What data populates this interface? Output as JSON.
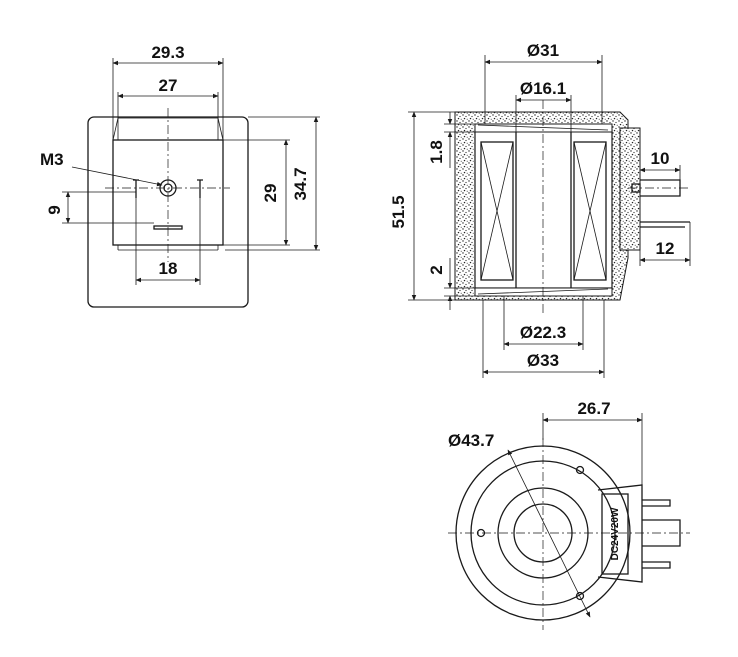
{
  "views": {
    "front": {
      "width_outer": "29.3",
      "width_inner": "27",
      "height_inner": "29",
      "height_outer": "34.7",
      "thread": "M3",
      "offset": "9",
      "pin_spacing": "18"
    },
    "section": {
      "top_diameter": "Ø31",
      "bore_diameter": "Ø16.1",
      "wall_top": "1.8",
      "height": "51.5",
      "wall_bottom": "2",
      "inner_diameter": "Ø22.3",
      "outer_diameter": "Ø33",
      "terminal_a": "10",
      "terminal_b": "12"
    },
    "top": {
      "diameter": "Ø43.7",
      "distance": "26.7",
      "housing_marking": "DC24V20W"
    }
  }
}
